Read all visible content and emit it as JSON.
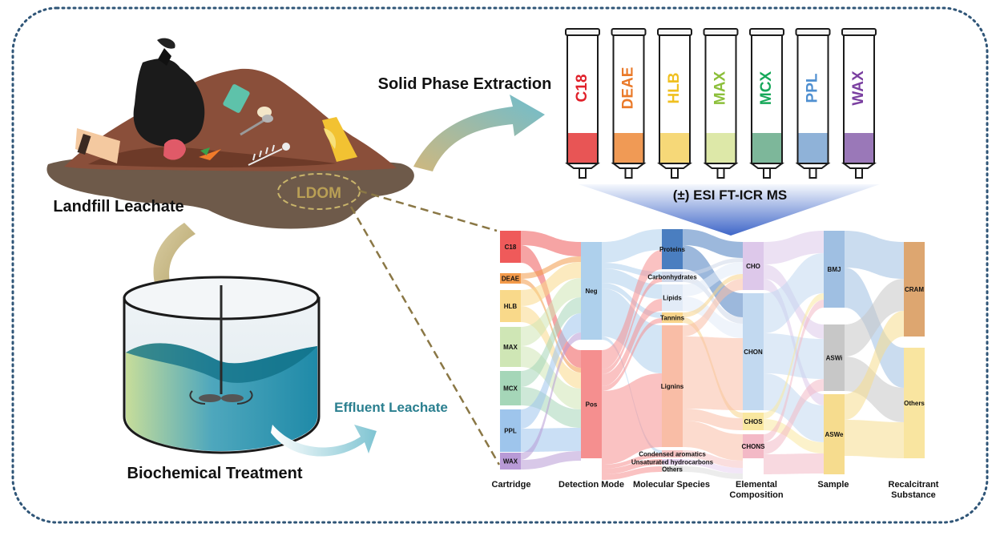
{
  "labels": {
    "landfill": "Landfill Leachate",
    "ldom": "LDOM",
    "spe": "Solid Phase Extraction",
    "ms": "(±) ESI FT-ICR MS",
    "effluent": "Effluent Leachate",
    "biochem": "Biochemical Treatment"
  },
  "cartridges": [
    {
      "name": "C18",
      "text_color": "#e0202a",
      "fill_color": "#e85555"
    },
    {
      "name": "DEAE",
      "text_color": "#ea7a2a",
      "fill_color": "#f09a55"
    },
    {
      "name": "HLB",
      "text_color": "#f0c020",
      "fill_color": "#f6d878"
    },
    {
      "name": "MAX",
      "text_color": "#8cbf3a",
      "fill_color": "#dde8a8"
    },
    {
      "name": "MCX",
      "text_color": "#17a85a",
      "fill_color": "#7db79a"
    },
    {
      "name": "PPL",
      "text_color": "#4f8fd0",
      "fill_color": "#8fb2d8"
    },
    {
      "name": "WAX",
      "text_color": "#7a3fa0",
      "fill_color": "#9a78b8"
    }
  ],
  "sankey": {
    "columns": [
      "Cartridge",
      "Detection Mode",
      "Molecular Species",
      "Elemental Composition",
      "Sample",
      "Recalcitrant Substance"
    ],
    "nodes": {
      "cartridge": [
        {
          "id": "C18",
          "color": "#ef5a5a"
        },
        {
          "id": "DEAE",
          "color": "#f39a4a"
        },
        {
          "id": "HLB",
          "color": "#f9d98a"
        },
        {
          "id": "MAX",
          "color": "#cfe6b5"
        },
        {
          "id": "MCX",
          "color": "#a5d6b8"
        },
        {
          "id": "PPL",
          "color": "#9ec5ec"
        },
        {
          "id": "WAX",
          "color": "#b89ad6"
        }
      ],
      "mode": [
        {
          "id": "Neg",
          "color": "#aed0ec"
        },
        {
          "id": "Pos",
          "color": "#f58f8f"
        }
      ],
      "species": [
        {
          "id": "Proteins",
          "color": "#4a7ec0"
        },
        {
          "id": "Carbonhydrates",
          "color": "#d0d8ea"
        },
        {
          "id": "Lipids",
          "color": "#e2ebf7"
        },
        {
          "id": "Tannins",
          "color": "#f8d48a"
        },
        {
          "id": "Lignins",
          "color": "#f9bda6"
        },
        {
          "id": "Condensed aromatics",
          "color": "#f6c3c3"
        },
        {
          "id": "Unsaturated hydrocarbons",
          "color": "#e8d2f0"
        },
        {
          "id": "Others",
          "color": "#dcdcdc"
        }
      ],
      "element": [
        {
          "id": "CHO",
          "color": "#ddc8ea"
        },
        {
          "id": "CHON",
          "color": "#c2d9f0"
        },
        {
          "id": "CHOS",
          "color": "#f9e7a0"
        },
        {
          "id": "CHONS",
          "color": "#f3b9c6"
        }
      ],
      "sample": [
        {
          "id": "BMJ",
          "color": "#9fbfe2"
        },
        {
          "id": "ASWi",
          "color": "#c7c7c7"
        },
        {
          "id": "ASWe",
          "color": "#f6dc8e"
        }
      ],
      "recalcitrant": [
        {
          "id": "CRAM",
          "color": "#dda670"
        },
        {
          "id": "Others",
          "color": "#f9e5a0"
        }
      ]
    }
  }
}
